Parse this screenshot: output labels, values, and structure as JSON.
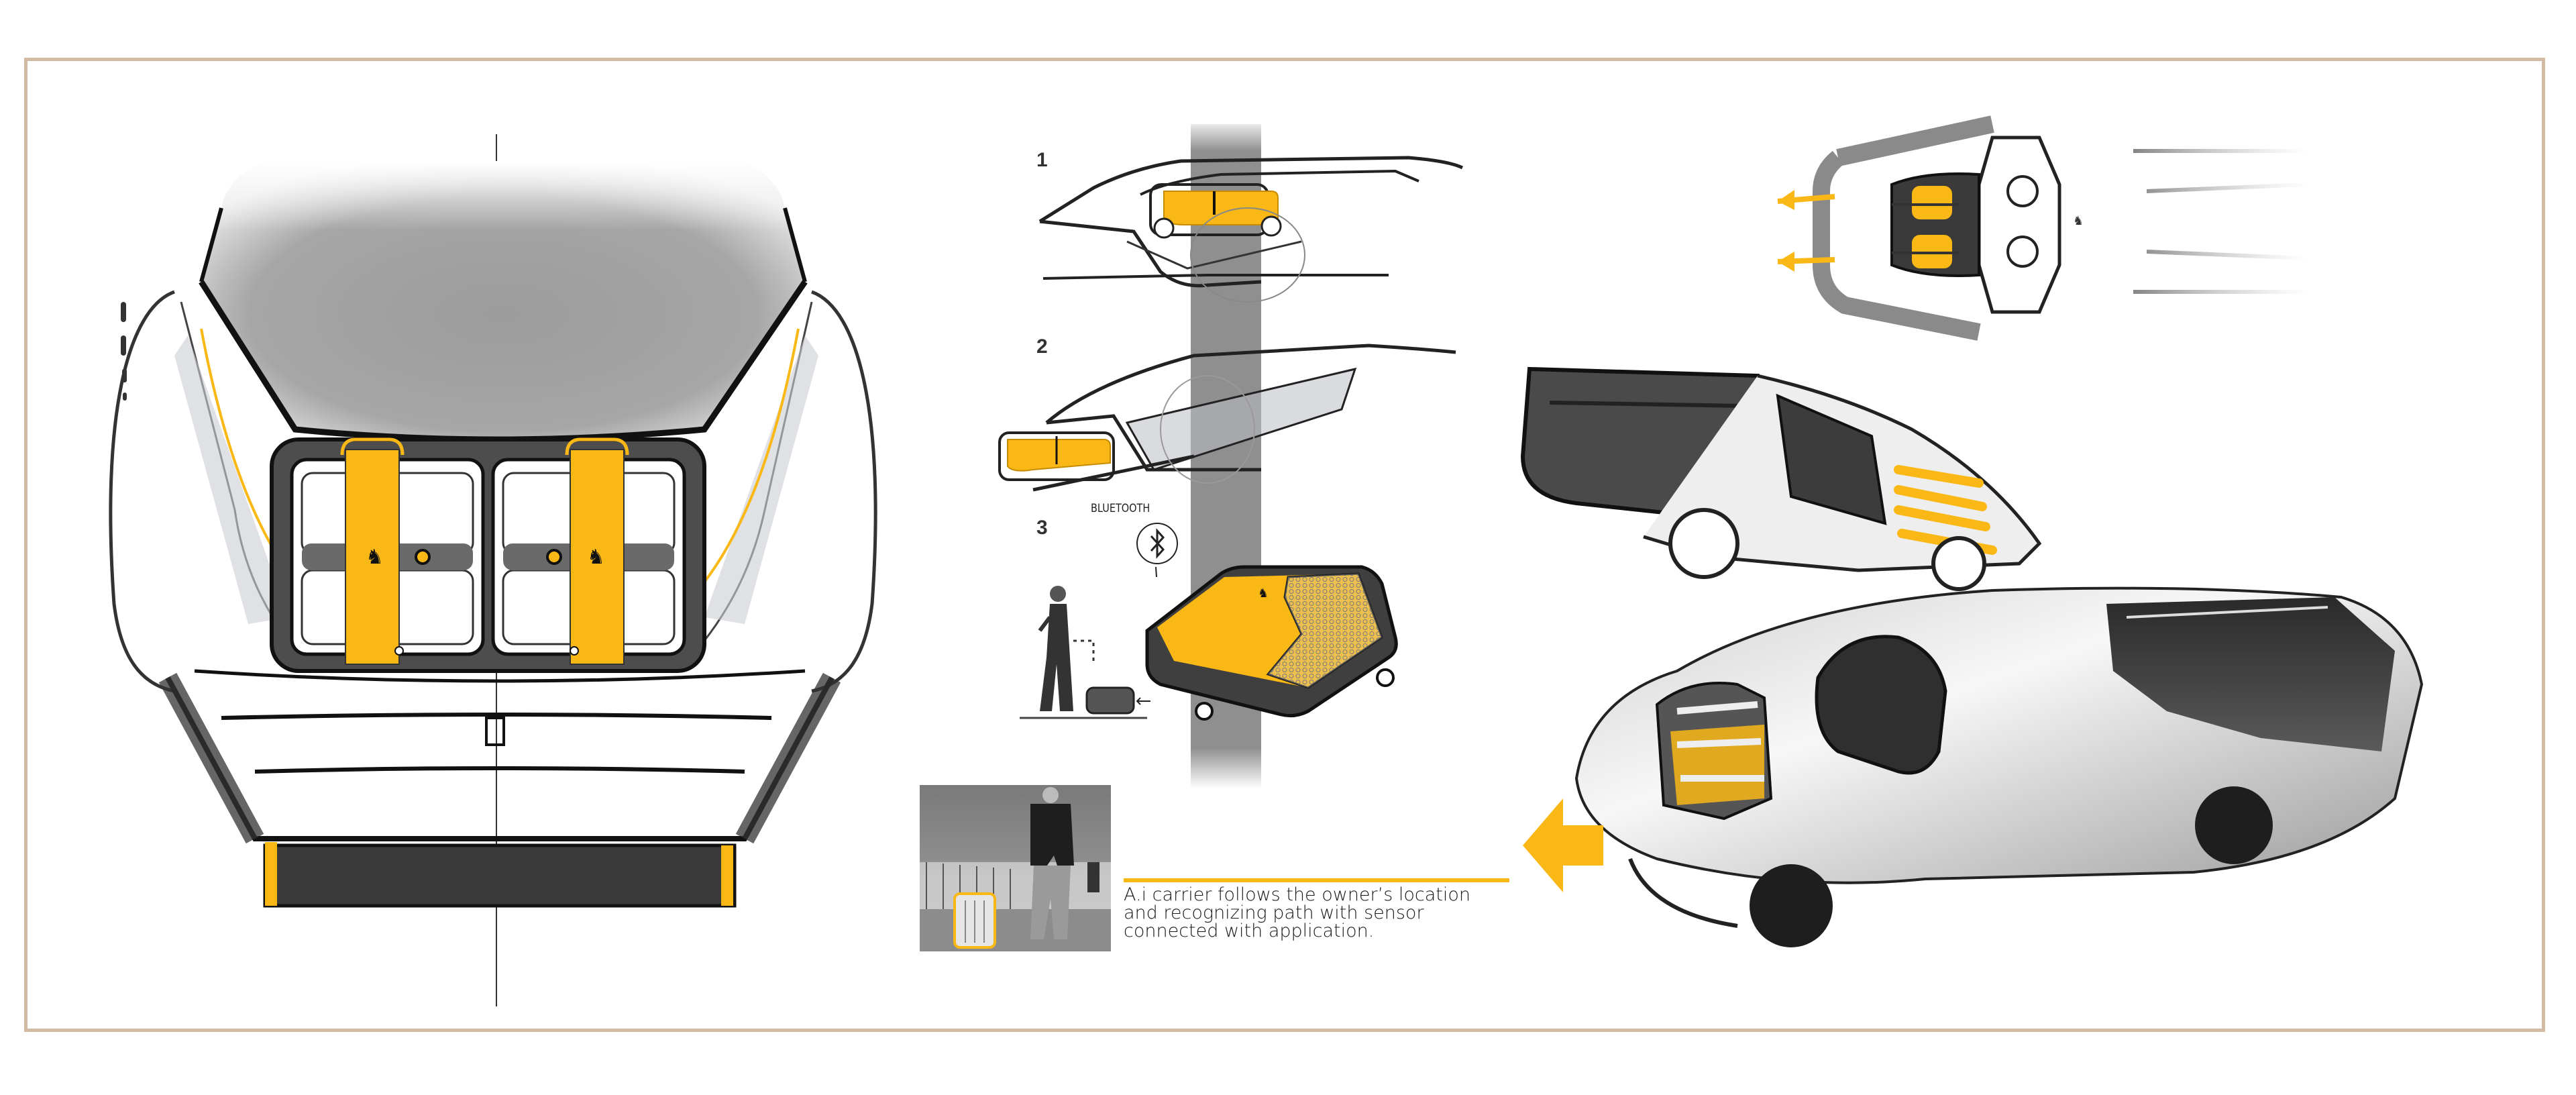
{
  "board": {
    "frame_color": "#d3bba3",
    "accent_color": "#f9b816",
    "ink_color": "#222222",
    "shade_color": "#8f8f8f"
  },
  "sketches": {
    "rear_view": {
      "label": "Rear view sketch with twin luggage carriers and yellow straps"
    },
    "steps": [
      {
        "number": "1",
        "description": "Carrier stowed in side bay"
      },
      {
        "number": "2",
        "description": "Carrier deploying from side bay"
      },
      {
        "number": "3",
        "description": "Carrier follows owner via Bluetooth"
      }
    ],
    "bluetooth_label": "BLUETOOTH",
    "top_view": {
      "label": "Top view with two carriers exiting rear (arrows)"
    },
    "three_quarter_view": {
      "label": "Three-quarter view with yellow vents"
    },
    "hero_view": {
      "label": "Hero rendering with carriers and yellow arrow"
    }
  },
  "photo": {
    "label": "Reference photo: man walking with autonomous suitcase"
  },
  "caption": {
    "text": "A.i carrier follows the owner’s location\nand recognizing path with sensor\nconnected with application."
  }
}
